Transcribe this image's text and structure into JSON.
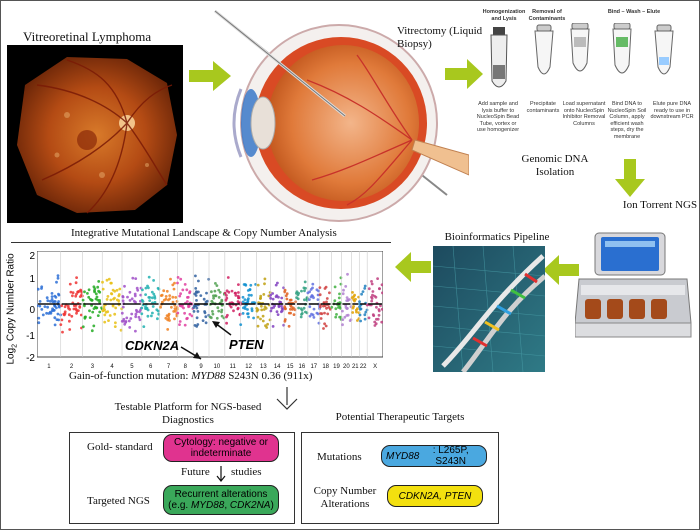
{
  "colors": {
    "arrow": "#a8c81e",
    "cytology": "#e0338f",
    "alterations": "#3aa85a",
    "mutations": "#4aa8e0",
    "cnv": "#f3e00f"
  },
  "top": {
    "lymphoma_title": "Vitreoretinal Lymphoma",
    "vitrectomy_title": "Vitrectomy (Liquid Biopsy)",
    "genomic_dna": "Genomic DNA Isolation"
  },
  "protocol": {
    "headers": [
      "Homogenization and Lysis",
      "Removal of Contaminants",
      "Bind – Wash – Elute"
    ],
    "steps": [
      "Add sample and lysis buffer to NucleoSpin Bead Tube, vortex or use homogenizer",
      "Precipitate contaminants",
      "Load supernatant onto NucleoSpin Inhibitor Removal Columns",
      "Bind DNA to NucleoSpin Soil Column, apply efficient wash steps, dry the membrane",
      "Elute pure DNA ready to use in downstream PCR"
    ]
  },
  "middle": {
    "ion_torrent": "Ion Torrent NGS",
    "bioinformatics": "Bioinformatics Pipeline",
    "landscape_title": "Integrative Mutational Landscape & Copy Number Analysis"
  },
  "plot": {
    "y_label_prefix": "Log",
    "y_label_sub": "2",
    "y_label_rest": " Copy Number Ratio",
    "y_ticks": [
      "2",
      "1",
      "0",
      "-1",
      "-2"
    ],
    "chromosomes": [
      "1",
      "2",
      "3",
      "4",
      "5",
      "6",
      "7",
      "8",
      "9",
      "10",
      "11",
      "12",
      "13",
      "14",
      "15",
      "16",
      "17",
      "18",
      "19",
      "20",
      "21",
      "22",
      "X"
    ],
    "cdkn2a": "CDKN2A",
    "pten": "PTEN",
    "gof_prefix": "Gain-of-function mutation: ",
    "gof_gene": "MYD88",
    "gof_rest": " S243N 0.36 (911x)"
  },
  "bottom": {
    "testable_platform": "Testable Platform for NGS-based Diagnostics",
    "therapeutic_targets": "Potential Therapeutic Targets",
    "gold_standard": "Gold- standard",
    "cytology": "Cytology: negative or indeterminate",
    "future": "Future",
    "studies": "studies",
    "targeted_ngs": "Targeted NGS",
    "recurrent_line1": "Recurrent alterations",
    "recurrent_line2_prefix": "(e.g. ",
    "recurrent_gene1": "MYD88",
    "recurrent_sep": ", ",
    "recurrent_gene2": "CDK2NA",
    "recurrent_suffix": ")",
    "mutations_label": "Mutations",
    "mutations_gene": "MYD88",
    "mutations_rest": ": L265P, S243N",
    "cnv_label": "Copy Number Alterations",
    "cnv_value": "CDKN2A, PTEN"
  }
}
